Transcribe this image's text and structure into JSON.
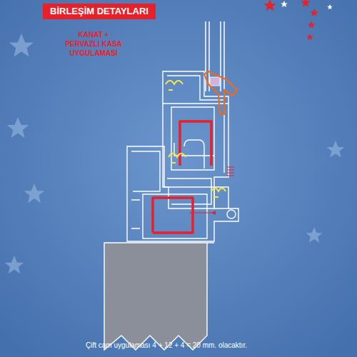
{
  "diagram": {
    "title": "BİRLEŞİM DETAYLARI",
    "caption": "Çift cam uygulaması 4 + 12 + 4 = 20 mm. olacaktır.",
    "labels": [
      "KANAT + PERVAZLI KASA UYGULAMASI"
    ]
  }
}
